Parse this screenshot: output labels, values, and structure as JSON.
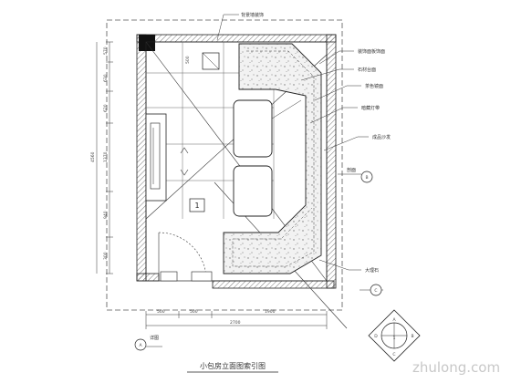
{
  "drawing": {
    "title": "小包房立面图索引图",
    "room_number": "1",
    "annotations": [
      "背景墙装饰",
      "装饰面板饰面",
      "石材台面",
      "茶色镜面",
      "暗藏灯带",
      "成品沙发",
      "大理石"
    ],
    "section_marks": [
      "B",
      "C",
      "A"
    ],
    "index_symbol": {
      "letters": [
        "A",
        "B",
        "C",
        "D"
      ],
      "center": "1"
    },
    "small_labels": [
      "剖面",
      "详图"
    ]
  },
  "dimensions": {
    "left": [
      "570",
      "630",
      "620",
      "1370",
      "940",
      "300"
    ],
    "left_total": "4560",
    "bottom": [
      "500",
      "500",
      "1900"
    ],
    "bottom_total": "2700"
  },
  "watermark": {
    "text": "zhulong.com"
  },
  "colors": {
    "line": "#222222",
    "hatch": "#555555",
    "stone": "#e6e6e6",
    "watermark": "#c8c8c8"
  }
}
